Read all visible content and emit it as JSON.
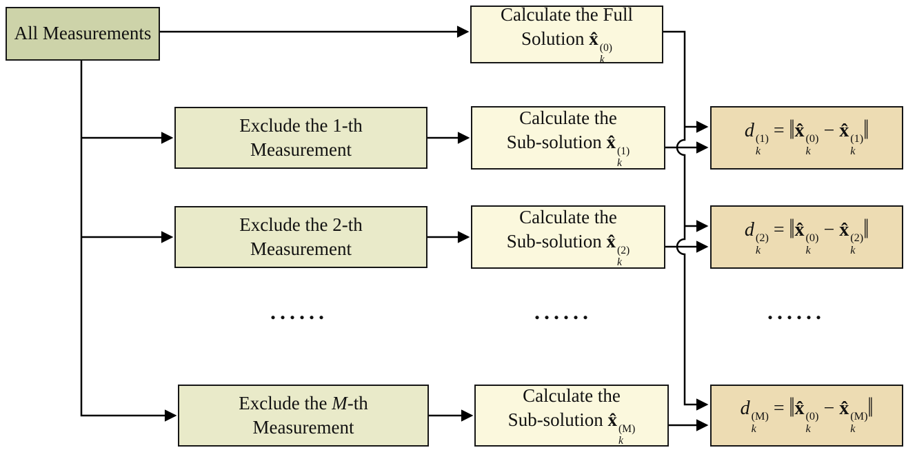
{
  "palette": {
    "source_fill": "#cdd3a9",
    "exclude_fill": "#e9eac9",
    "calc_fill": "#fbf8dd",
    "distance_fill": "#eddcb3",
    "border": "#151515",
    "line": "#000000",
    "background": "#ffffff"
  },
  "nodes": {
    "all_measurements": [
      {
        "t": "All Measurements"
      }
    ],
    "full_solution": [
      {
        "t": "Calculate the Full"
      },
      {
        "br": true
      },
      {
        "t": "Solution "
      },
      {
        "t": "x̂",
        "s": "b"
      },
      {
        "sub": "k",
        "sup": "(0)"
      }
    ],
    "rows": [
      {
        "index": "1",
        "exclude": [
          {
            "t": "Exclude the 1-th"
          },
          {
            "br": true
          },
          {
            "t": "Measurement"
          }
        ],
        "sub": [
          {
            "t": "Calculate the"
          },
          {
            "br": true
          },
          {
            "t": "Sub-solution "
          },
          {
            "t": "x̂",
            "s": "b"
          },
          {
            "sub": "k",
            "sup": "(1)"
          }
        ],
        "distance": [
          {
            "t": "d",
            "s": "i"
          },
          {
            "sub": "k",
            "sup": "(1)"
          },
          {
            "t": " = "
          },
          {
            "t": "‖",
            "s": "n"
          },
          {
            "t": "x̂",
            "s": "b"
          },
          {
            "sub": "k",
            "sup": "(0)"
          },
          {
            "t": " − "
          },
          {
            "t": "x̂",
            "s": "b"
          },
          {
            "sub": "k",
            "sup": "(1)"
          },
          {
            "t": "‖",
            "s": "n"
          }
        ]
      },
      {
        "index": "2",
        "exclude": [
          {
            "t": "Exclude the 2-th"
          },
          {
            "br": true
          },
          {
            "t": "Measurement"
          }
        ],
        "sub": [
          {
            "t": "Calculate the"
          },
          {
            "br": true
          },
          {
            "t": "Sub-solution "
          },
          {
            "t": "x̂",
            "s": "b"
          },
          {
            "sub": "k",
            "sup": "(2)"
          }
        ],
        "distance": [
          {
            "t": "d",
            "s": "i"
          },
          {
            "sub": "k",
            "sup": "(2)"
          },
          {
            "t": " = "
          },
          {
            "t": "‖",
            "s": "n"
          },
          {
            "t": "x̂",
            "s": "b"
          },
          {
            "sub": "k",
            "sup": "(0)"
          },
          {
            "t": " − "
          },
          {
            "t": "x̂",
            "s": "b"
          },
          {
            "sub": "k",
            "sup": "(2)"
          },
          {
            "t": "‖",
            "s": "n"
          }
        ]
      },
      {
        "index": "M",
        "exclude": [
          {
            "t": "Exclude the "
          },
          {
            "t": "M",
            "s": "i"
          },
          {
            "t": "-th"
          },
          {
            "br": true
          },
          {
            "t": "Measurement"
          }
        ],
        "sub": [
          {
            "t": "Calculate the"
          },
          {
            "br": true
          },
          {
            "t": "Sub-solution "
          },
          {
            "t": "x̂",
            "s": "b"
          },
          {
            "sub": "k",
            "sup": "(M)"
          }
        ],
        "distance": [
          {
            "t": "d",
            "s": "i"
          },
          {
            "sub": "k",
            "sup": "(M)"
          },
          {
            "t": " = "
          },
          {
            "t": "‖",
            "s": "n"
          },
          {
            "t": "x̂",
            "s": "b"
          },
          {
            "sub": "k",
            "sup": "(0)"
          },
          {
            "t": " − "
          },
          {
            "t": "x̂",
            "s": "b"
          },
          {
            "sub": "k",
            "sup": "(M)"
          },
          {
            "t": "‖",
            "s": "n"
          }
        ]
      }
    ]
  },
  "ellipsis": [
    "......",
    "......",
    "......"
  ]
}
